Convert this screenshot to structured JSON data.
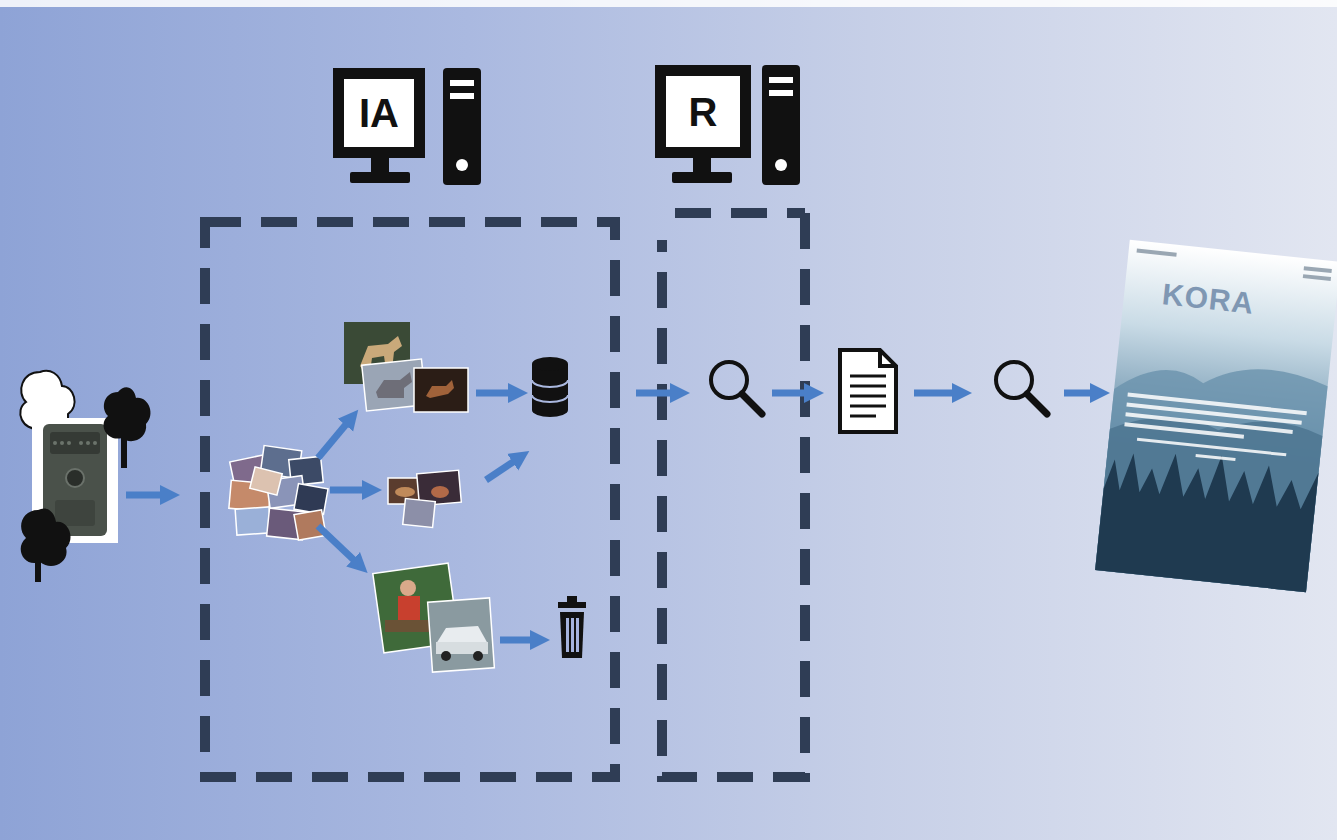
{
  "diagram": {
    "nodes": [
      {
        "text": [
          "IA"
        ]
      },
      {
        "text": [
          "R"
        ]
      }
    ],
    "labels": [
      "KORA"
    ]
  }
}
